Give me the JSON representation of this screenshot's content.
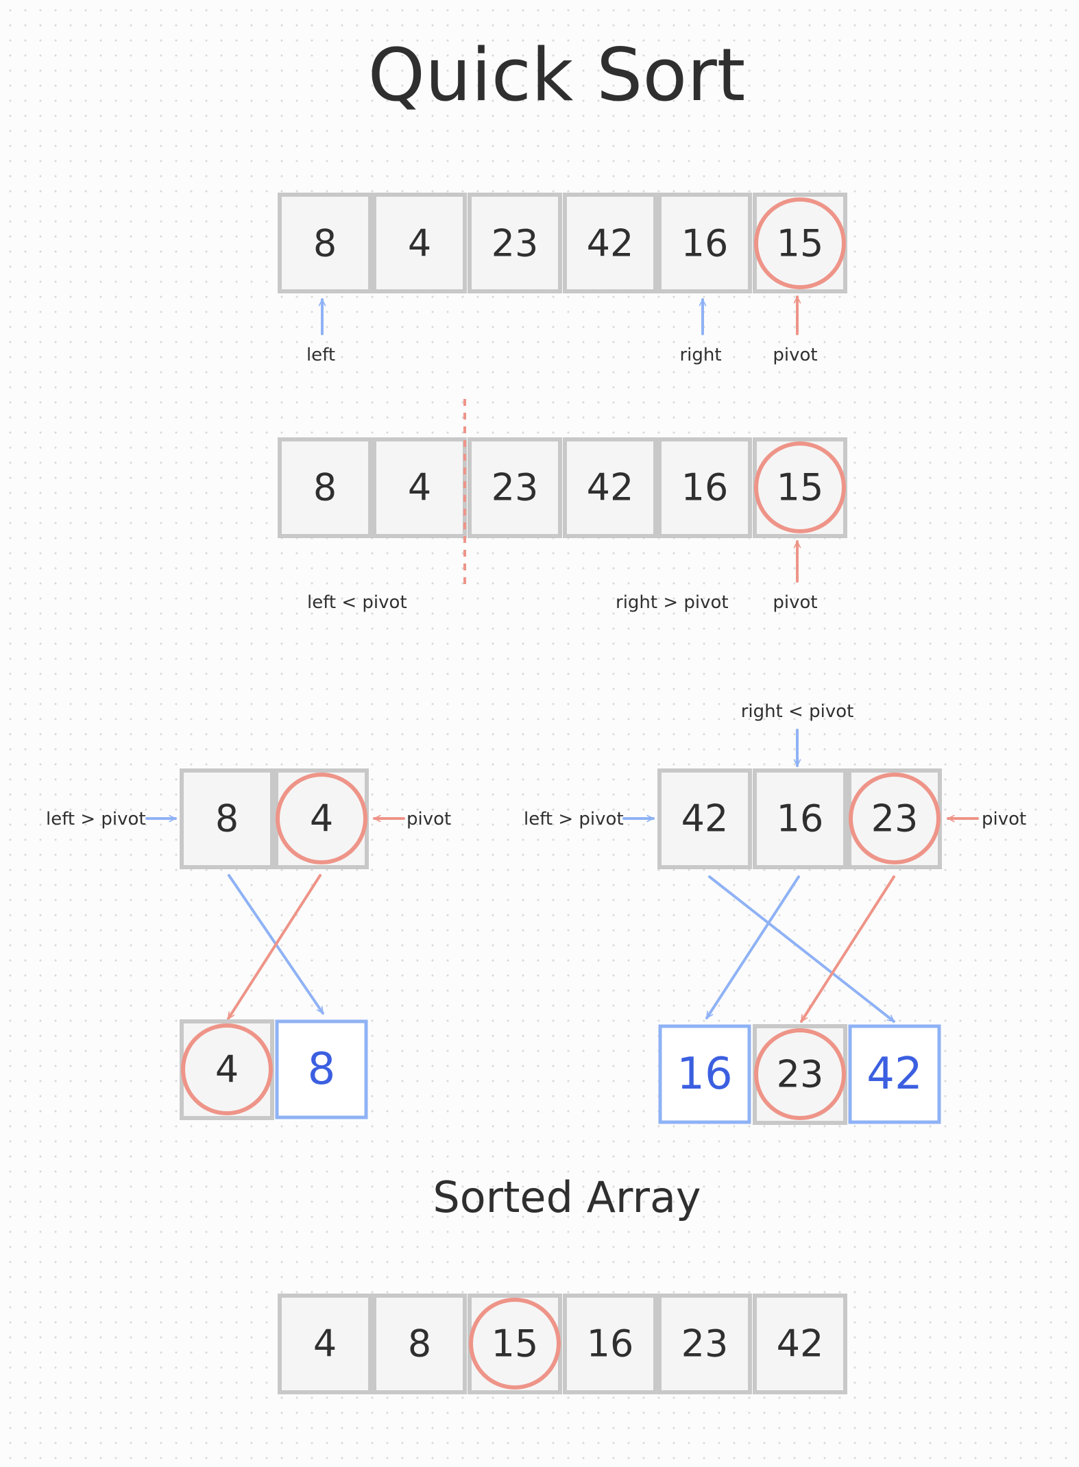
{
  "title": "Quick Sort",
  "sorted_title": "Sorted Array",
  "colors": {
    "background": "#fcfcfc",
    "cell_fill": "#f5f5f5",
    "cell_border": "#c8c8c8",
    "pivot_ring": "#ee9488",
    "pointer_blue": "#8fb2f5",
    "placed_value_blue": "#3b5fe0",
    "text": "#2f2f2f"
  },
  "step1": {
    "values": [
      "8",
      "4",
      "23",
      "42",
      "16",
      "15"
    ],
    "pivot_index": 5,
    "labels": {
      "left": "left",
      "right": "right",
      "pivot": "pivot"
    }
  },
  "step2": {
    "values": [
      "8",
      "4",
      "23",
      "42",
      "16",
      "15"
    ],
    "pivot_index": 5,
    "labels": {
      "left_lt_pivot": "left < pivot",
      "right_gt_pivot": "right > pivot",
      "pivot": "pivot"
    }
  },
  "left_partition": {
    "values": [
      "8",
      "4"
    ],
    "pivot_index": 1,
    "labels": {
      "left_gt_pivot": "left > pivot",
      "pivot": "pivot"
    },
    "result": [
      "4",
      "8"
    ],
    "result_pivot_index": 0
  },
  "right_partition": {
    "values": [
      "42",
      "16",
      "23"
    ],
    "pivot_index": 2,
    "labels": {
      "right_lt_pivot": "right < pivot",
      "left_gt_pivot": "left > pivot",
      "pivot": "pivot"
    },
    "result": [
      "16",
      "23",
      "42"
    ],
    "result_pivot_index": 1
  },
  "sorted": {
    "values": [
      "4",
      "8",
      "15",
      "16",
      "23",
      "42"
    ],
    "pivot_index": 2
  }
}
